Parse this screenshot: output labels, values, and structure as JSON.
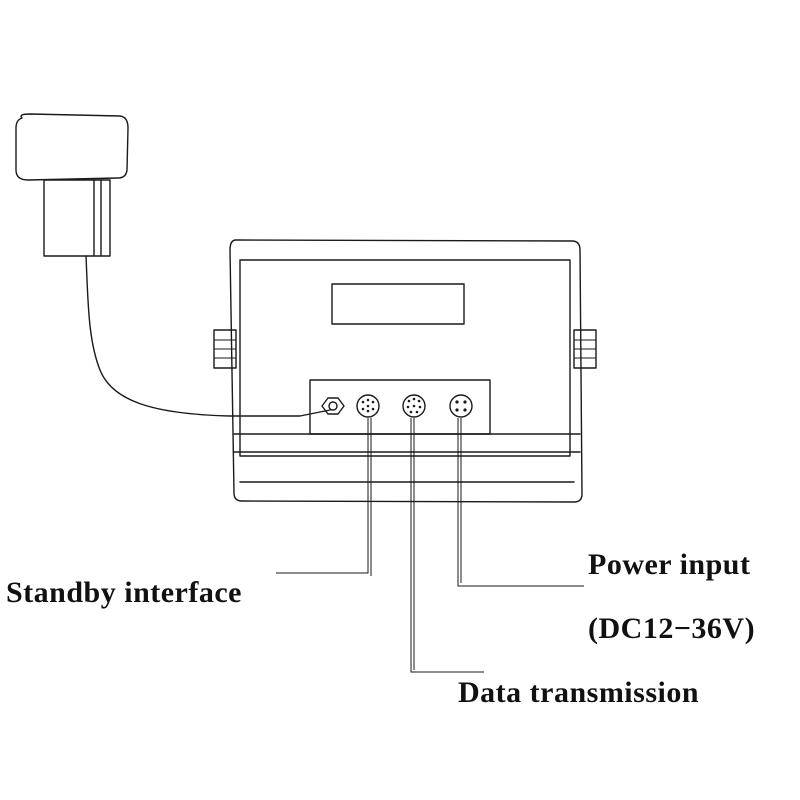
{
  "labels": {
    "standby_interface": "Standby interface",
    "power_input": "Power input",
    "power_voltage": "(DC12−36V)",
    "data_transmission": "Data transmission"
  },
  "colors": {
    "line": "#1a1a1a",
    "text": "#111111",
    "background": "#ffffff"
  },
  "icons": {
    "antenna": "antenna-icon",
    "display_unit": "indicator-display-unit",
    "connector": "circular-connector-icon"
  }
}
